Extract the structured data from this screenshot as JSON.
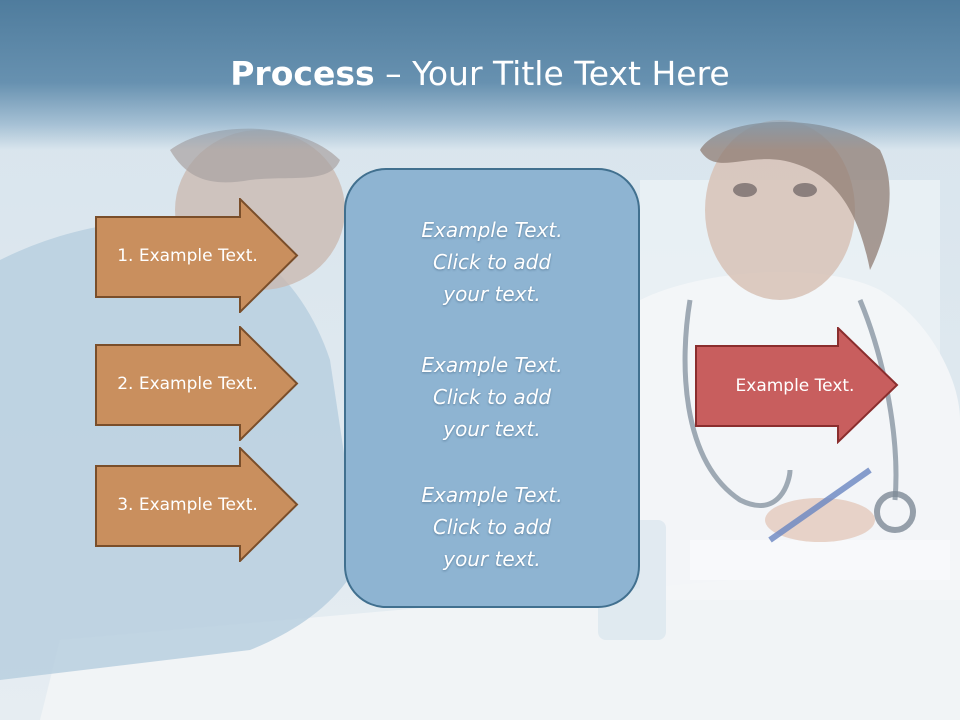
{
  "slide": {
    "title_bold": "Process",
    "title_rest": " – Your Title Text Here",
    "left_arrows": [
      {
        "label": "1. Example Text."
      },
      {
        "label": "2. Example Text."
      },
      {
        "label": "3. Example Text."
      }
    ],
    "center_box": {
      "blocks": [
        {
          "line1": "Example Text.",
          "line2": "Click  to add",
          "line3": "your text."
        },
        {
          "line1": "Example Text.",
          "line2": "Click  to add",
          "line3": "your text."
        },
        {
          "line1": "Example Text.",
          "line2": "Click  to add",
          "line3": "your text."
        }
      ]
    },
    "right_arrow": {
      "label": "Example Text."
    },
    "colors": {
      "left_arrow_fill": "#c98f5e",
      "left_arrow_stroke": "#7a4e2a",
      "right_arrow_fill": "#c85e5e",
      "right_arrow_stroke": "#8a2e2e",
      "center_fill": "#8eb4d2",
      "title_band": "#5b87a8"
    }
  }
}
